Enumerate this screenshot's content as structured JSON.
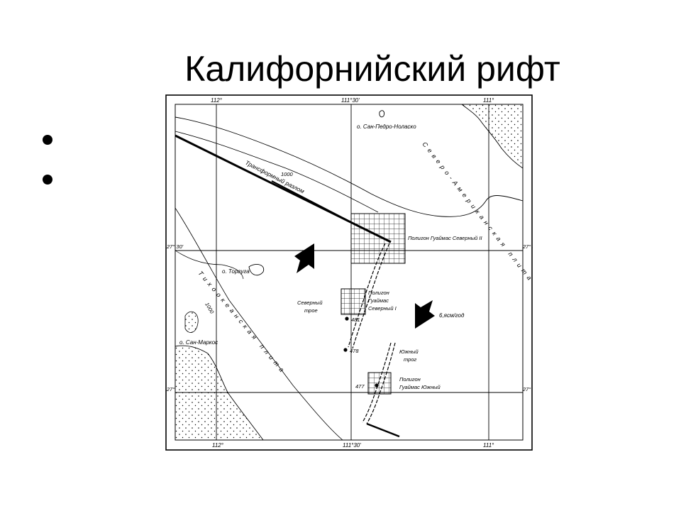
{
  "slide": {
    "title": "Калифорнийский рифт",
    "bullets": [
      "",
      ""
    ]
  },
  "map": {
    "coords": {
      "top_112": "112°",
      "top_11130": "111°30'",
      "top_111": "111°",
      "bottom_112": "112°",
      "bottom_11130": "111°30'",
      "bottom_111": "111°",
      "left_2730": "27°\n30'",
      "right_2730": "27°\n30'",
      "left_27": "27°",
      "right_27": "27°"
    },
    "labels": {
      "island_san_pedro": "о. Сан-Педро-Ноласко",
      "north_american_plate": "Северо-Американская плита",
      "transform_fault": "Трансформный разлом",
      "isobath_top": "1000",
      "isobath_left": "1000",
      "polygon_north_2": "Полигон Гуаймас Северный II",
      "polygon_north_1_line1": "Полигон",
      "polygon_north_1_line2": "Гуаймас",
      "polygon_north_1_line3": "Северный I",
      "polygon_south_line1": "Полигон",
      "polygon_south_line2": "Гуаймас Южный",
      "island_tortuga": "о. Торгуга",
      "pacific_plate": "Тихоокеанская плита",
      "north_trough_line1": "Северный",
      "north_trough_line2": "трое",
      "south_trough_line1": "Южный",
      "south_trough_line2": "трог",
      "island_san_marcos": "о. Сан-Маркос",
      "rate": "6,ясм/год",
      "site_481": "481",
      "site_478": "478",
      "site_477": "477"
    },
    "colors": {
      "ink": "#000000",
      "paper": "#ffffff"
    }
  }
}
